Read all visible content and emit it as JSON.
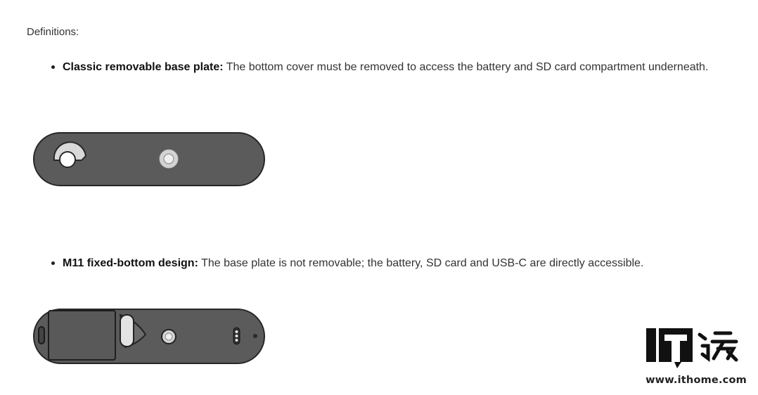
{
  "intro": {
    "text": "Definitions:"
  },
  "bullets": [
    {
      "term": "Classic removable base plate:",
      "description": " The bottom cover must be removed to access the battery and SD card compartment underneath."
    },
    {
      "term": "M11 fixed-bottom design:",
      "description": " The base plate is not removable; the battery, SD card and USB-C are directly accessible."
    }
  ],
  "watermark": {
    "logo_text": "IT之家",
    "url": "www.ithome.com"
  },
  "colors": {
    "plate_fill": "#5b5b5b",
    "plate_edge": "#262626",
    "text": "#333333",
    "logo_black": "#111111"
  }
}
